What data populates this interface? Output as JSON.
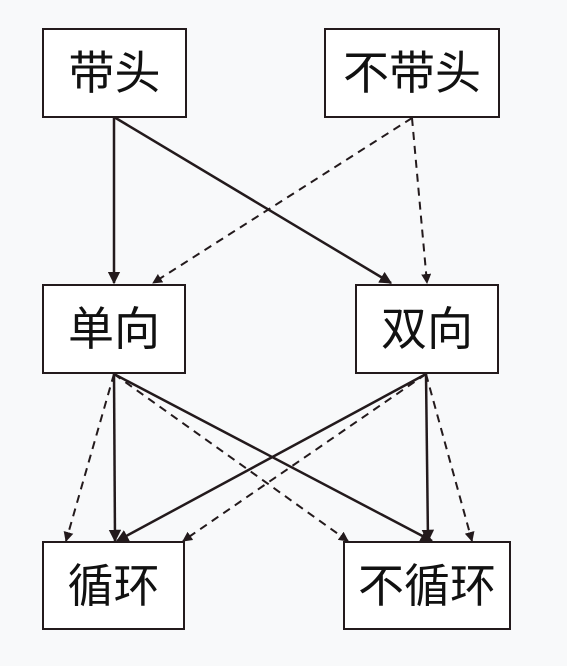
{
  "nodes": {
    "with_head": "带头",
    "without_head": "不带头",
    "singly": "单向",
    "doubly": "双向",
    "circular": "循环",
    "non_circular": "不循环"
  },
  "colors": {
    "background": "#f8f9fa",
    "box_fill": "#ffffff",
    "line": "#231a1c"
  },
  "edge_styles": {
    "from_with_head": "solid",
    "from_without_head": "dashed",
    "from_singly": "solid and dashed",
    "from_doubly": "solid and dashed"
  }
}
